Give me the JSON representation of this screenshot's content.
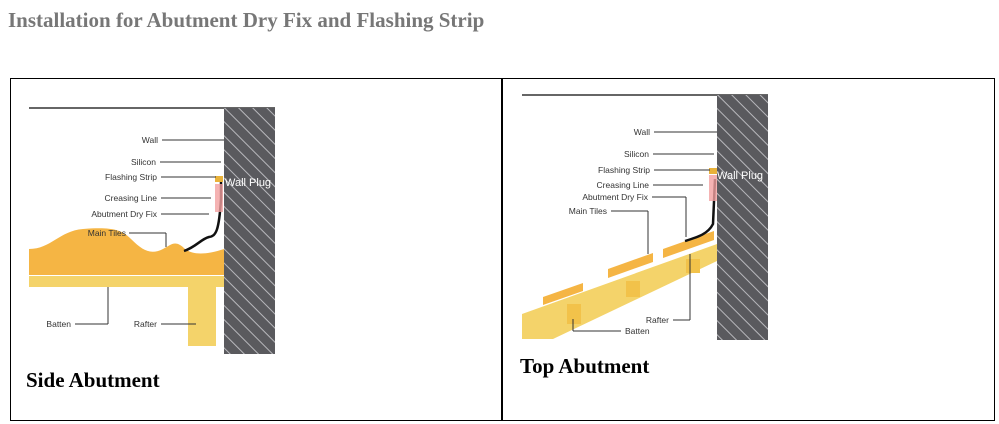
{
  "page": {
    "title": "Installation for Abutment Dry Fix and Flashing Strip"
  },
  "side": {
    "caption": "Side Abutment",
    "labels": {
      "wall": "Wall",
      "silicon": "Silicon",
      "flashing_strip": "Flashing Strip",
      "creasing_line": "Creasing Line",
      "abutment_dry_fix": "Abutment Dry Fix",
      "main_tiles": "Main Tiles",
      "wall_plug": "Wall Plug",
      "batten": "Batten",
      "rafter": "Rafter"
    }
  },
  "top": {
    "caption": "Top Abutment",
    "labels": {
      "wall": "Wall",
      "silicon": "Silicon",
      "flashing_strip": "Flashing Strip",
      "creasing_line": "Creasing Line",
      "abutment_dry_fix": "Abutment Dry Fix",
      "main_tiles": "Main Tiles",
      "wall_plug": "Wall Plug",
      "rafter": "Rafter",
      "batten": "Batten"
    }
  },
  "colors": {
    "wall": "#5a5a5e",
    "tile": "#f5b544",
    "timber": "#f4d36a",
    "title": "#777777"
  }
}
